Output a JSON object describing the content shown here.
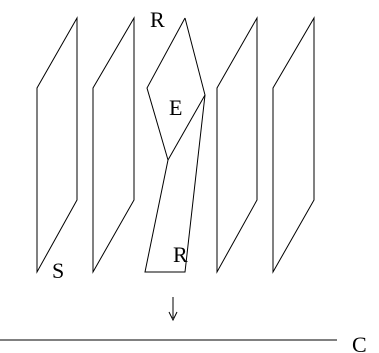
{
  "labels": {
    "top_r": "R",
    "middle_e": "E",
    "bottom_r": "R",
    "first_sheet_s": "S",
    "line_c": "C"
  },
  "colors": {
    "ink": "#000000",
    "background": "#ffffff"
  },
  "icons": {
    "arrow": "down-arrow-icon"
  }
}
